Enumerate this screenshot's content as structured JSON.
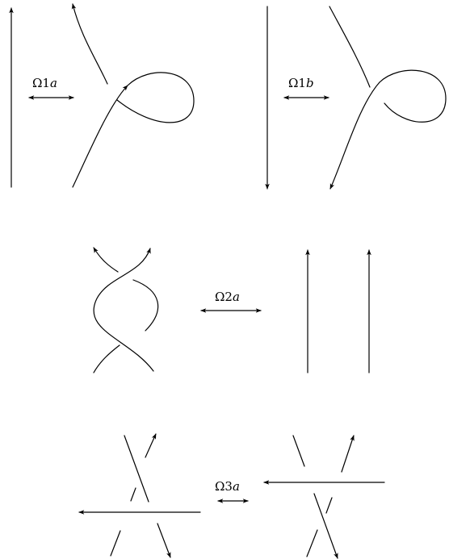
{
  "moves": {
    "omega1a": {
      "greek": "Ω1",
      "letter": "a"
    },
    "omega1b": {
      "greek": "Ω1",
      "letter": "b"
    },
    "omega2a": {
      "greek": "Ω2",
      "letter": "a"
    },
    "omega3a": {
      "greek": "Ω3",
      "letter": "a"
    }
  }
}
